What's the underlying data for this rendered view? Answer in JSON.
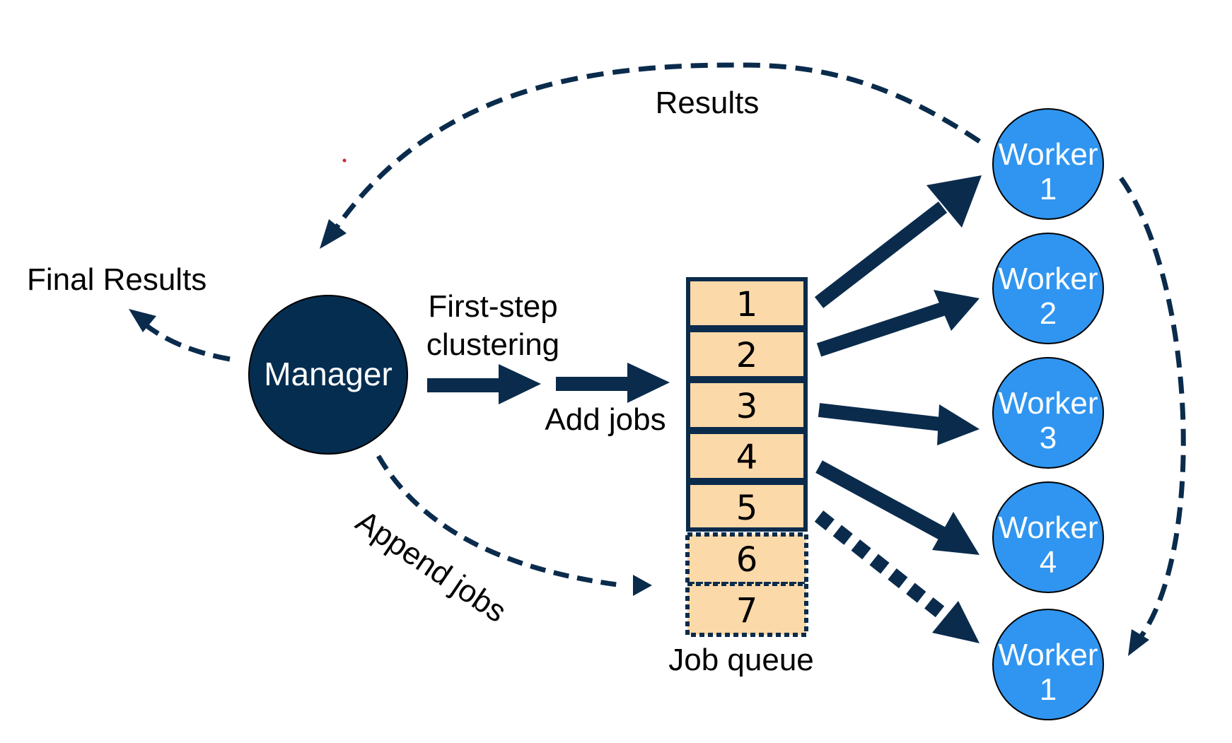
{
  "labels": {
    "results": "Results",
    "final_results": "Final Results",
    "first_step": "First-step",
    "clustering": "clustering",
    "add_jobs": "Add jobs",
    "append_jobs": "Append jobs",
    "job_queue": "Job queue"
  },
  "manager": {
    "label": "Manager"
  },
  "workers": [
    {
      "line1": "Worker",
      "line2": "1"
    },
    {
      "line1": "Worker",
      "line2": "2"
    },
    {
      "line1": "Worker",
      "line2": "3"
    },
    {
      "line1": "Worker",
      "line2": "4"
    },
    {
      "line1": "Worker",
      "line2": "1"
    }
  ],
  "queue": {
    "active": [
      "1",
      "2",
      "3",
      "4",
      "5"
    ],
    "pending": [
      "6",
      "7"
    ]
  },
  "colors": {
    "manager": "#052D50",
    "worker": "#2F95F0",
    "arrow": "#0A2B4C",
    "slot": "#FCD9A8"
  }
}
